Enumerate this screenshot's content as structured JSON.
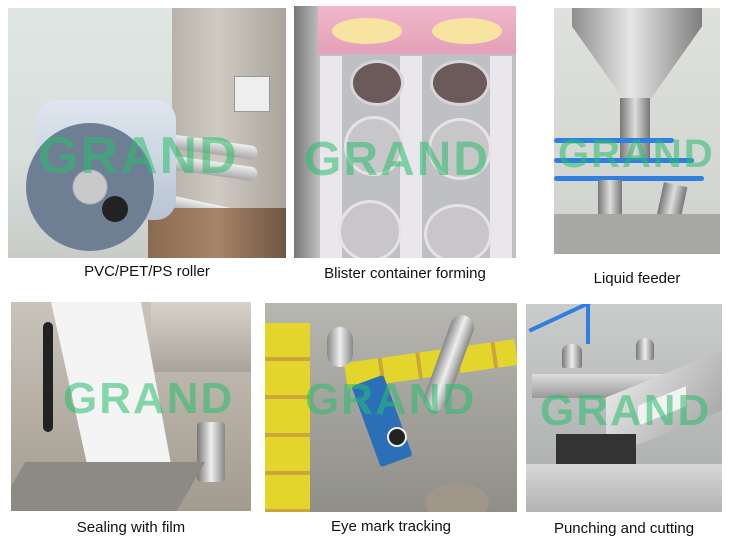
{
  "watermark": {
    "text": "GRAND",
    "color": "#28be6e"
  },
  "panels": [
    {
      "id": "roller",
      "caption": "PVC/PET/PS roller",
      "subject": "film roll mounted on roller shaft"
    },
    {
      "id": "forming",
      "caption": "Blister container forming",
      "subject": "formed clear blister cups under printed film"
    },
    {
      "id": "feeder",
      "caption": "Liquid feeder",
      "subject": "stainless hopper with dosing nozzles and blue air lines"
    },
    {
      "id": "sealing",
      "caption": "Sealing with film",
      "subject": "sealing film fed over blister tray"
    },
    {
      "id": "eyemark",
      "caption": "Eye mark tracking",
      "subject": "blue photoelectric eye-mark sensor over yellow printed labels"
    },
    {
      "id": "punching",
      "caption": "Punching and cutting",
      "subject": "punching and cutting station"
    }
  ],
  "colors": {
    "background": "#ffffff",
    "caption_text": "#111111",
    "steel": "#b9bcbd",
    "sensor_blue": "#2a6fb8",
    "air_line_blue": "#2f7fe0",
    "label_yellow": "#e4d52c",
    "film_pink": "#e8a9be"
  }
}
